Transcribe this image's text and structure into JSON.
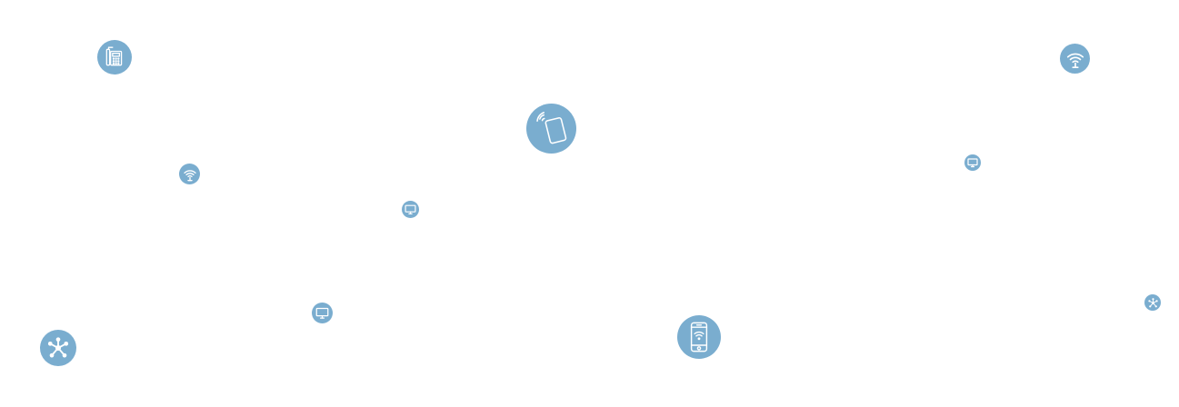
{
  "theme": {
    "bubble_color": "#7aadcf",
    "icon_color": "#ffffff",
    "background": "#ffffff"
  },
  "icons": [
    {
      "id": "desk-phone",
      "icon": "desk-phone-icon"
    },
    {
      "id": "wifi-1",
      "icon": "wifi-antenna-icon"
    },
    {
      "id": "monitor-1",
      "icon": "monitor-icon"
    },
    {
      "id": "monitor-2",
      "icon": "monitor-icon"
    },
    {
      "id": "network-1",
      "icon": "network-hub-icon"
    },
    {
      "id": "nfc-card",
      "icon": "contactless-card-icon"
    },
    {
      "id": "smartphone",
      "icon": "smartphone-wifi-icon"
    },
    {
      "id": "wifi-2",
      "icon": "wifi-antenna-icon"
    },
    {
      "id": "monitor-3",
      "icon": "monitor-icon"
    },
    {
      "id": "network-2",
      "icon": "network-hub-icon"
    }
  ]
}
